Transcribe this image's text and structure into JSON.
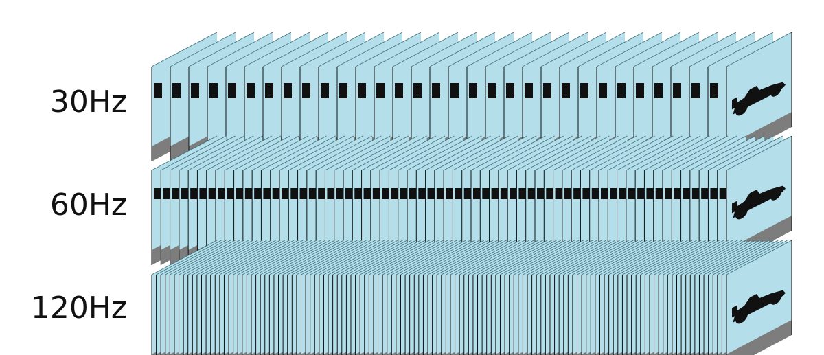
{
  "rows": [
    {
      "label": "30Hz",
      "frames": 32
    },
    {
      "label": "60Hz",
      "frames": 64
    },
    {
      "label": "120Hz",
      "frames": 128
    }
  ],
  "colors": {
    "sky": "#b4dfea",
    "road": "#7d7d7d",
    "road_side": "#5e5e5e",
    "outline": "#111111",
    "car": "#111111",
    "text": "#111111"
  },
  "icons": [
    "race-car-icon"
  ]
}
